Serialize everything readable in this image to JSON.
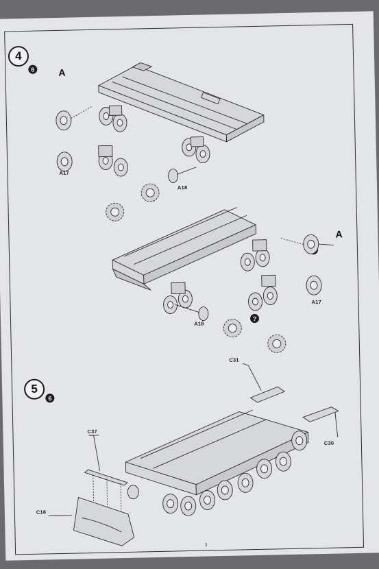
{
  "steps": [
    {
      "number": "4",
      "badge": "6"
    },
    {
      "number": "5",
      "badge": "6"
    }
  ],
  "callouts": {
    "step4": {
      "letter_a_left": "A",
      "letter_a_right": "A",
      "q_mark": "?",
      "a17_left": "A17",
      "a18_left": "A18",
      "a17_right": "A17",
      "a18_right": "A18"
    },
    "step5": {
      "c31": "C31",
      "c30": "C30",
      "c37": "C37",
      "c16": "C16"
    }
  },
  "page_number": "3",
  "colors": {
    "paper": "#e4e5e8",
    "ink": "#1a1a1a",
    "background": "#6b6a6e"
  }
}
